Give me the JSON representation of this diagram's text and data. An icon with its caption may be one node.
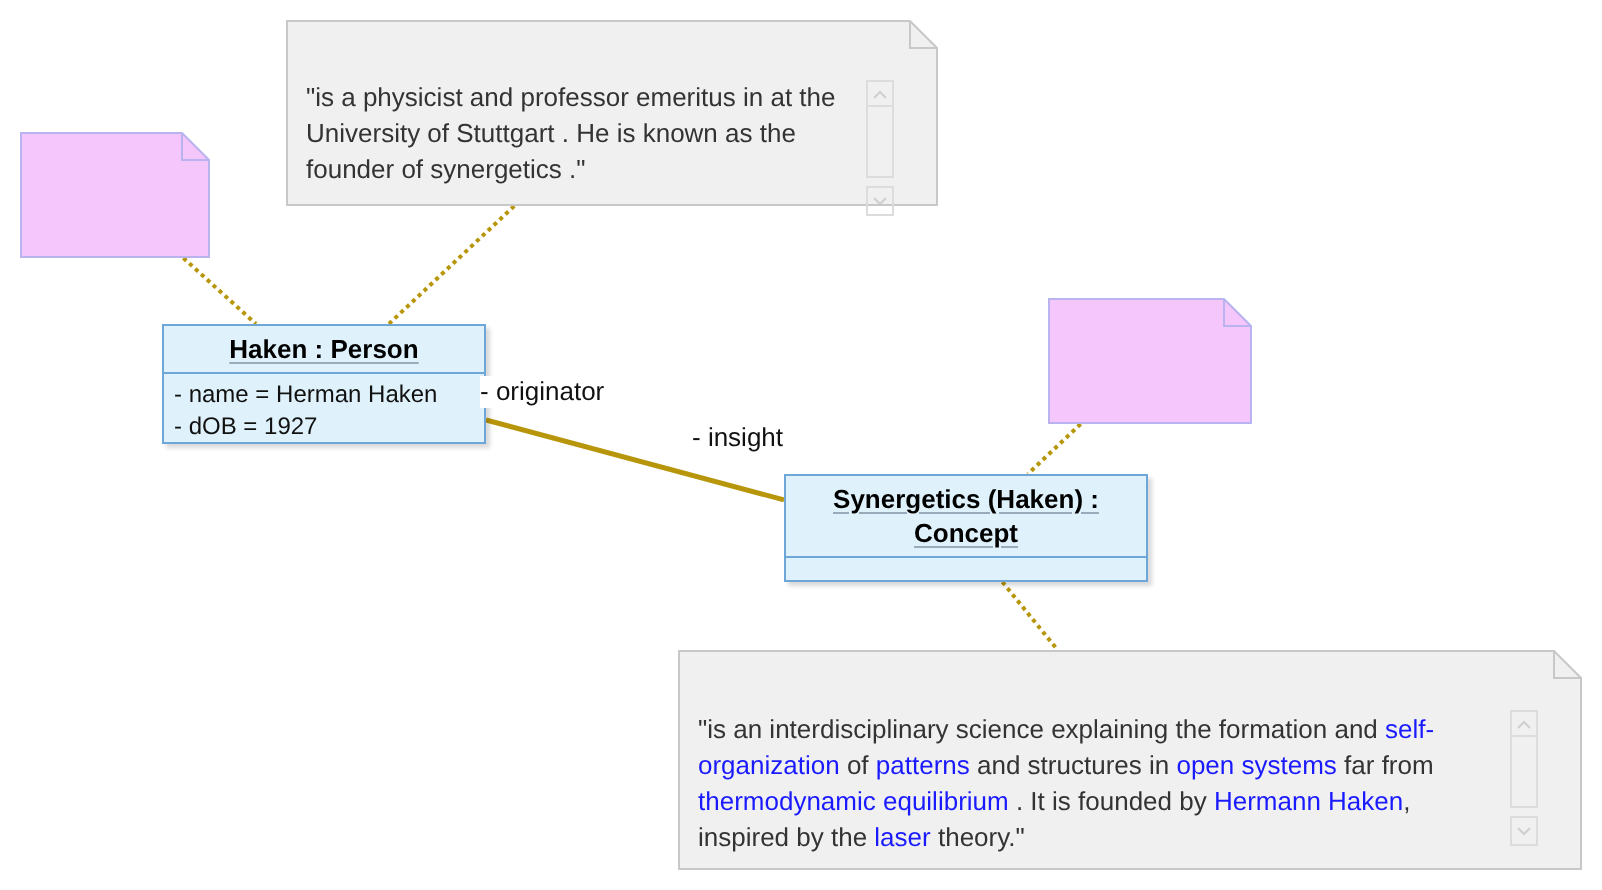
{
  "diagram": {
    "nodes": [
      {
        "text": [],
        "shape": "note"
      },
      {
        "text": [
          "\"is a physicist and professor emeritus in at the University of Stuttgart . He is known as the founder of synergetics .\""
        ]
      },
      {
        "text": [
          "Haken : Person",
          "- name = Herman Haken",
          "- dOB = 1927"
        ]
      },
      {
        "text": [],
        "shape": "note"
      },
      {
        "text": [
          "Synergetics (Haken) : Concept"
        ]
      },
      {
        "text": [
          "\"is an interdisciplinary science explaining the formation and *self-organization* of *patterns* and structures in *open systems* far from *thermodynamic equilibrium* . It is founded by *Hermann Haken*, inspired by the *laser* theory.\""
        ]
      }
    ],
    "edges": [
      {
        "from": 0,
        "to": 2,
        "arrow": "none",
        "style": "dashed"
      },
      {
        "from": 1,
        "to": 2,
        "arrow": "none",
        "style": "dashed"
      },
      {
        "from": 2,
        "to": 4,
        "arrow": "none"
      },
      {
        "from": 3,
        "to": 4,
        "arrow": "none",
        "style": "dashed"
      },
      {
        "from": 4,
        "to": 5,
        "arrow": "none",
        "style": "dashed"
      }
    ],
    "labels": [
      "- originator",
      "- insight"
    ]
  }
}
